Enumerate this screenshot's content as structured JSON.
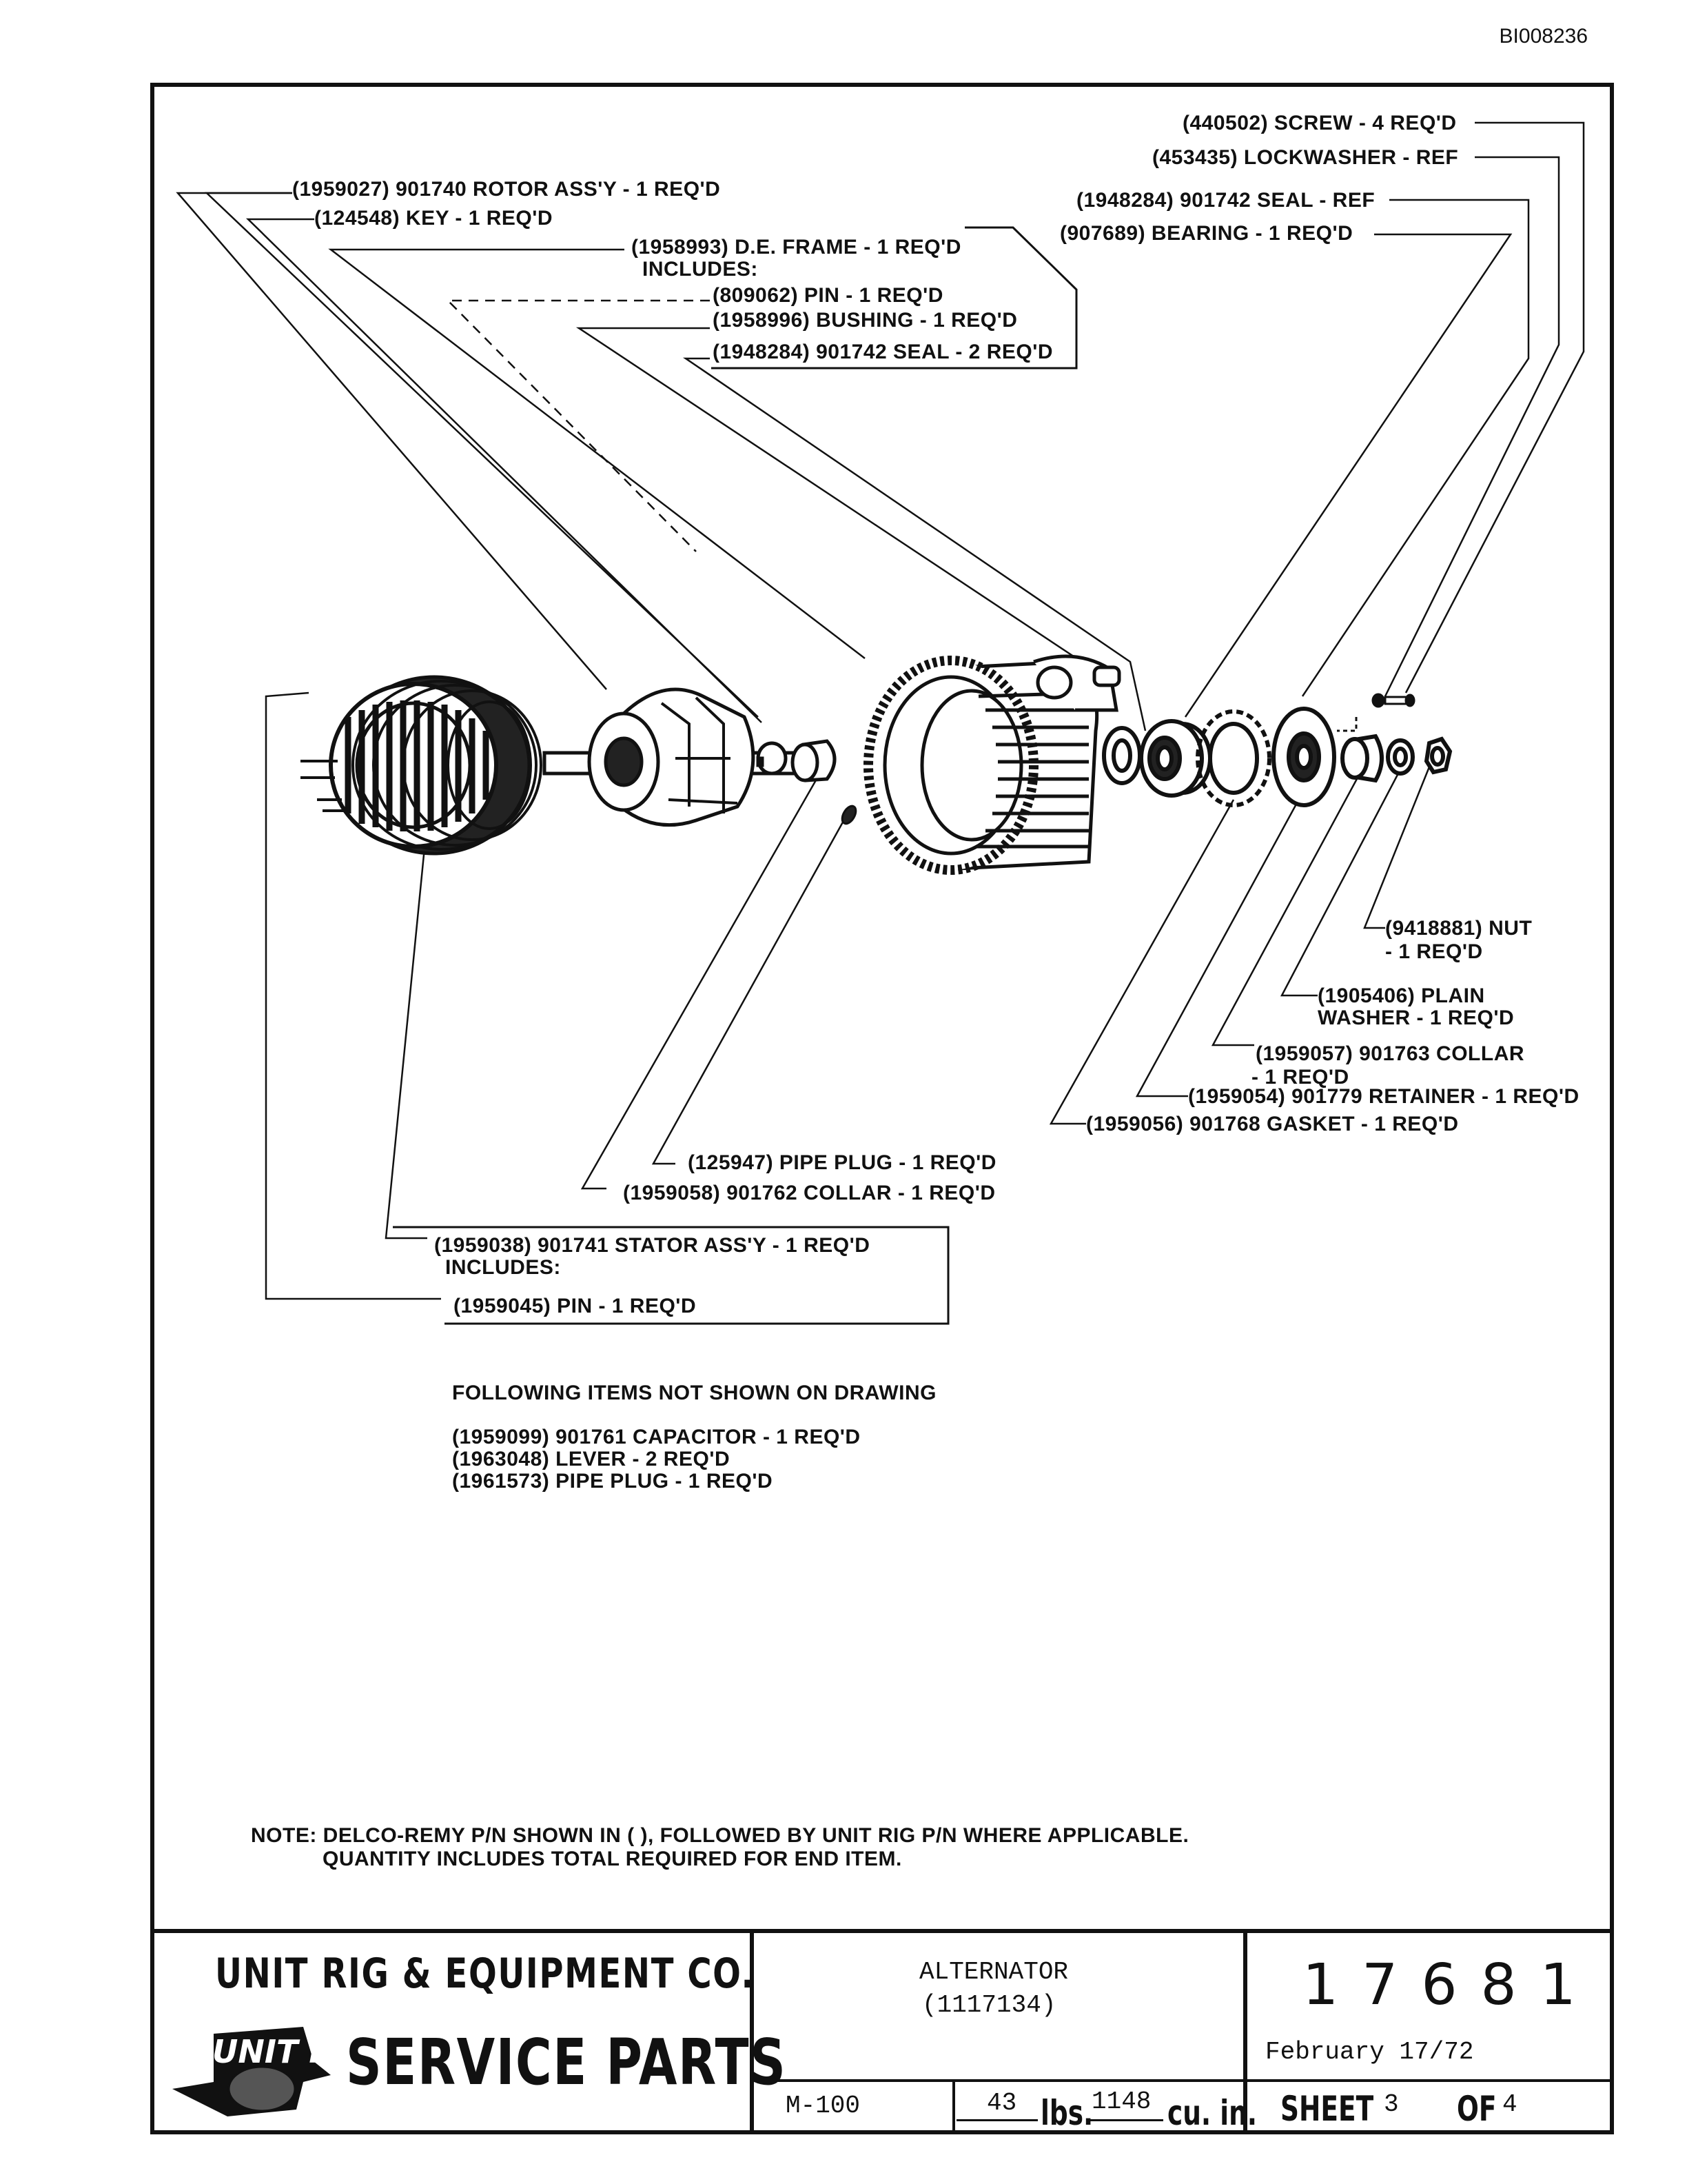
{
  "document_id": "BI008236",
  "callouts": {
    "rotor": "(1959027) 901740 ROTOR ASS'Y - 1 REQ'D",
    "key": "(124548) KEY - 1 REQ'D",
    "de_frame": "(1958993) D.E. FRAME - 1 REQ'D",
    "de_frame_includes": "INCLUDES:",
    "pin_809062": "(809062) PIN - 1 REQ'D",
    "bushing": "(1958996) BUSHING - 1 REQ'D",
    "seal_2": "(1948284) 901742 SEAL - 2 REQ'D",
    "screw": "(440502) SCREW - 4 REQ'D",
    "lockwasher": "(453435) LOCKWASHER - REF",
    "seal_ref": "(1948284) 901742 SEAL - REF",
    "bearing": "(907689) BEARING - 1 REQ'D",
    "nut_1": "(9418881) NUT",
    "nut_2": "- 1 REQ'D",
    "plain_washer_1": "(1905406) PLAIN",
    "plain_washer_2": "WASHER -  1 REQ'D",
    "collar_901763_1": "(1959057) 901763 COLLAR",
    "collar_901763_2": "- 1 REQ'D",
    "retainer": "(1959054) 901779 RETAINER - 1 REQ'D",
    "gasket": "(1959056) 901768 GASKET - 1 REQ'D",
    "pipe_plug": "(125947) PIPE PLUG - 1 REQ'D",
    "collar_901762": "(1959058) 901762 COLLAR - 1 REQ'D",
    "stator": "(1959038) 901741 STATOR ASS'Y - 1 REQ'D",
    "stator_includes": "INCLUDES:",
    "stator_pin": "(1959045) PIN - 1 REQ'D"
  },
  "not_shown": {
    "heading": "FOLLOWING ITEMS NOT SHOWN ON DRAWING",
    "items": [
      "(1959099) 901761 CAPACITOR - 1 REQ'D",
      "(1963048) LEVER - 2 REQ'D",
      "(1961573) PIPE PLUG - 1 REQ'D"
    ]
  },
  "note": {
    "line1": "NOTE: DELCO-REMY P/N SHOWN IN (  ), FOLLOWED BY UNIT RIG P/N WHERE APPLICABLE.",
    "line2": "QUANTITY INCLUDES TOTAL REQUIRED FOR END ITEM."
  },
  "title_block": {
    "company": "UNIT RIG & EQUIPMENT CO.",
    "logo_text": "UNIT RIG",
    "service": "SERVICE PARTS",
    "title": "ALTERNATOR",
    "subtitle": "(1117134)",
    "drawing_number": "17681",
    "date": "February 17/72",
    "model": "M-100",
    "weight_value": "43",
    "weight_unit": "lbs.",
    "volume_value": "1148",
    "volume_unit": "cu. in.",
    "sheet_label": "SHEET",
    "sheet_number": "3",
    "of_label": "OF",
    "sheet_total": "4"
  }
}
